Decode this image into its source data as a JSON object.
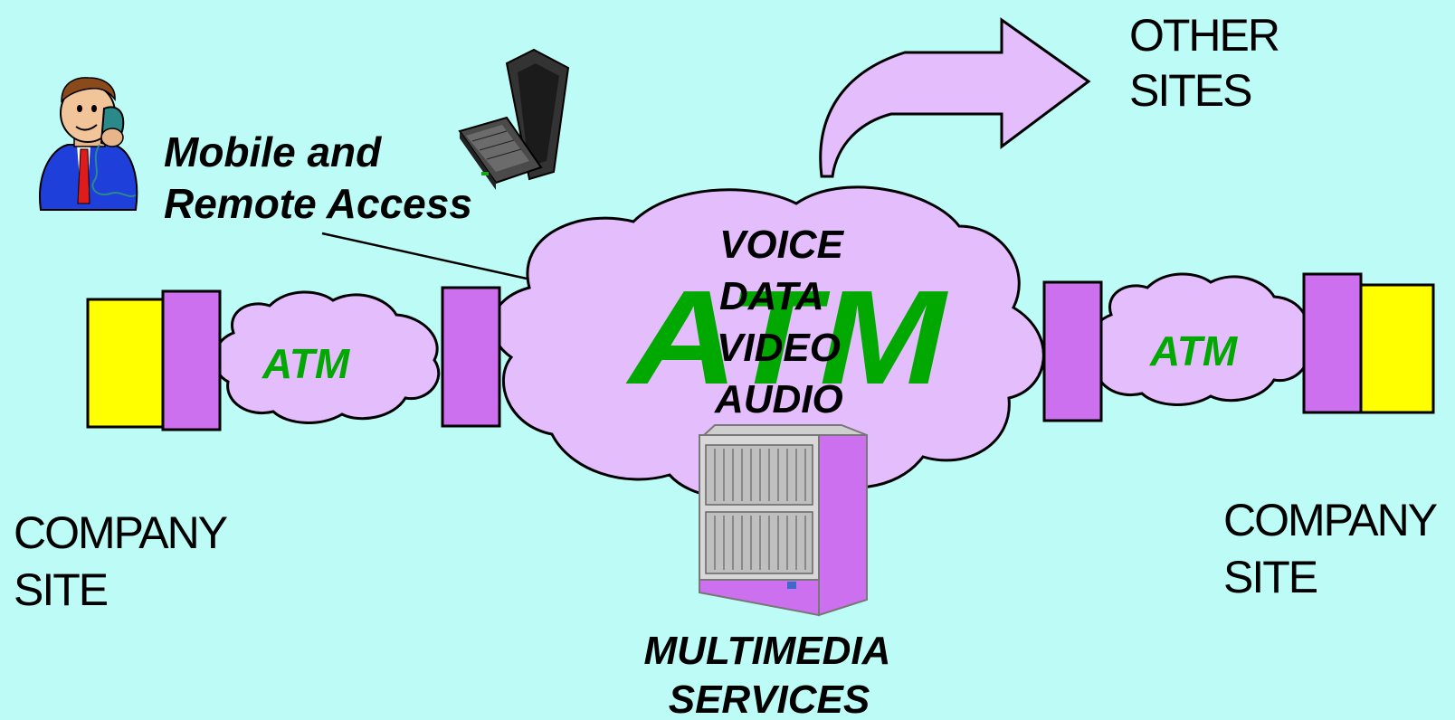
{
  "labels": {
    "mobile_access": [
      "Mobile and",
      "Remote Access"
    ],
    "other_sites": [
      "OTHER",
      "SITES"
    ],
    "company_site_left": [
      "COMPANY",
      "SITE"
    ],
    "company_site_right": [
      "COMPANY",
      "SITE"
    ],
    "multimedia_services": [
      "MULTIMEDIA",
      "SERVICES"
    ],
    "atm_main": "ATM",
    "atm_left": "ATM",
    "atm_right": "ATM",
    "services": [
      "VOICE",
      "DATA",
      "VIDEO",
      "AUDIO"
    ]
  },
  "colors": {
    "background": "#bdfcf6",
    "cloud": "#e4bdfc",
    "purple_block": "#cc70f0",
    "yellow_block": "#ffff00",
    "atm_text": "#00a800"
  }
}
